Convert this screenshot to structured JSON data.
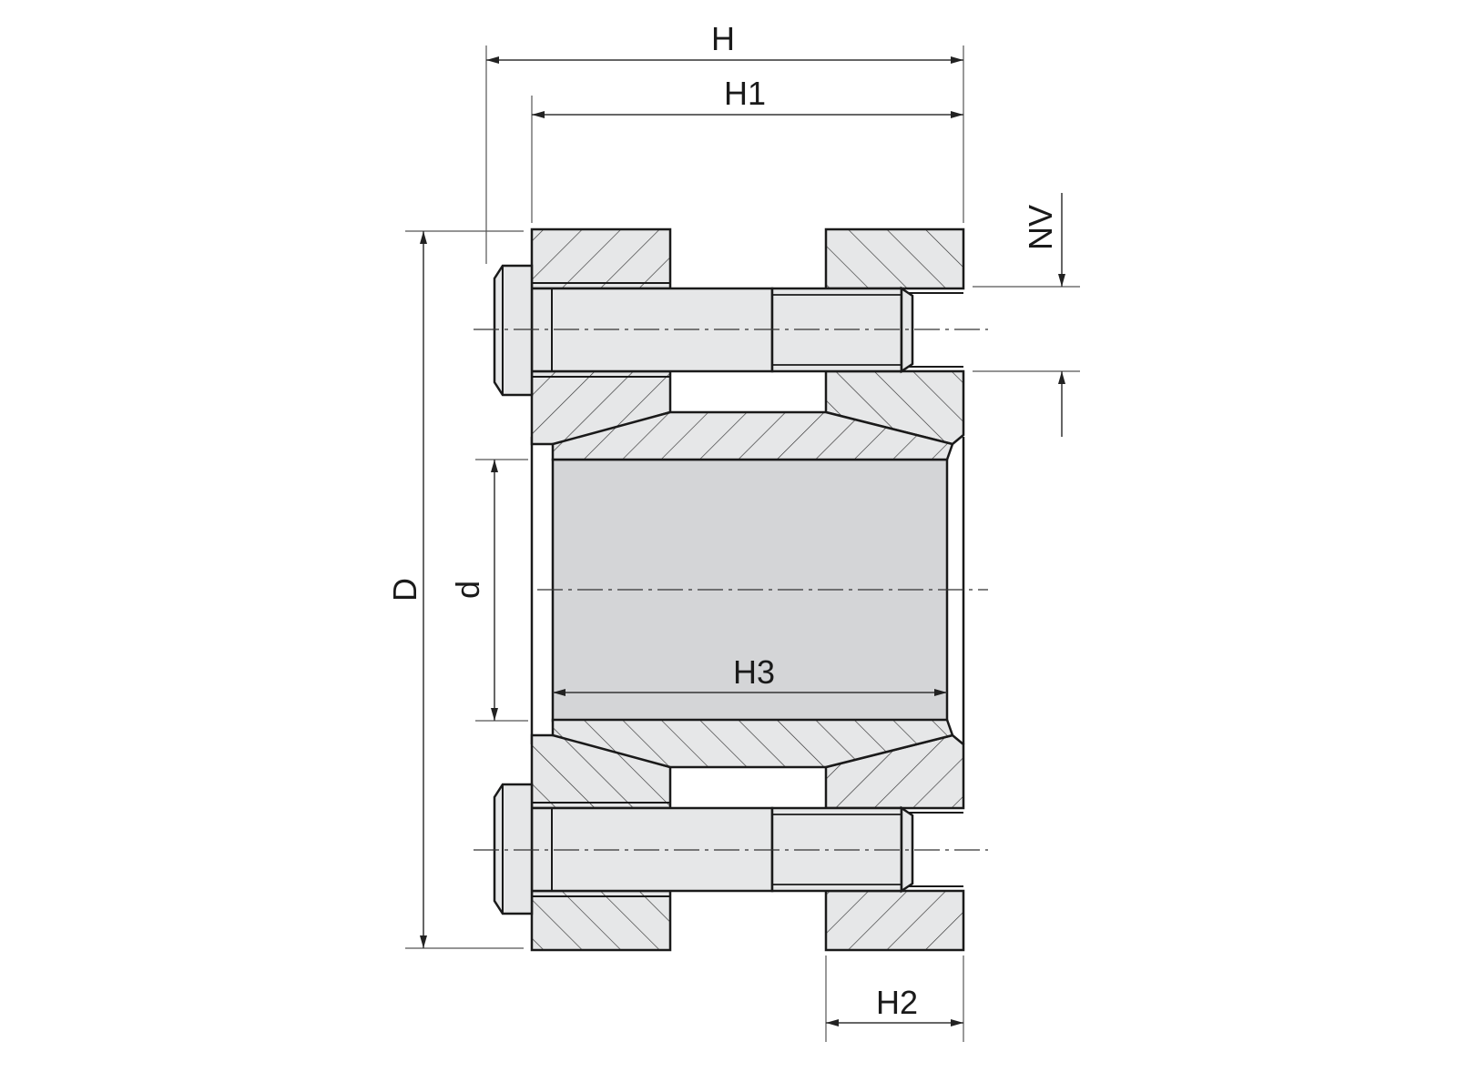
{
  "drawing": {
    "title": "Shrink disc / locking assembly cross-section",
    "colors": {
      "part_fill": "#e6e7e8",
      "shaft_fill": "#d4d5d7",
      "line": "#1a1a1a"
    },
    "dimensions": {
      "H": "H",
      "H1": "H1",
      "H2": "H2",
      "H3": "H3",
      "D": "D",
      "d": "d",
      "NV": "NV"
    }
  }
}
